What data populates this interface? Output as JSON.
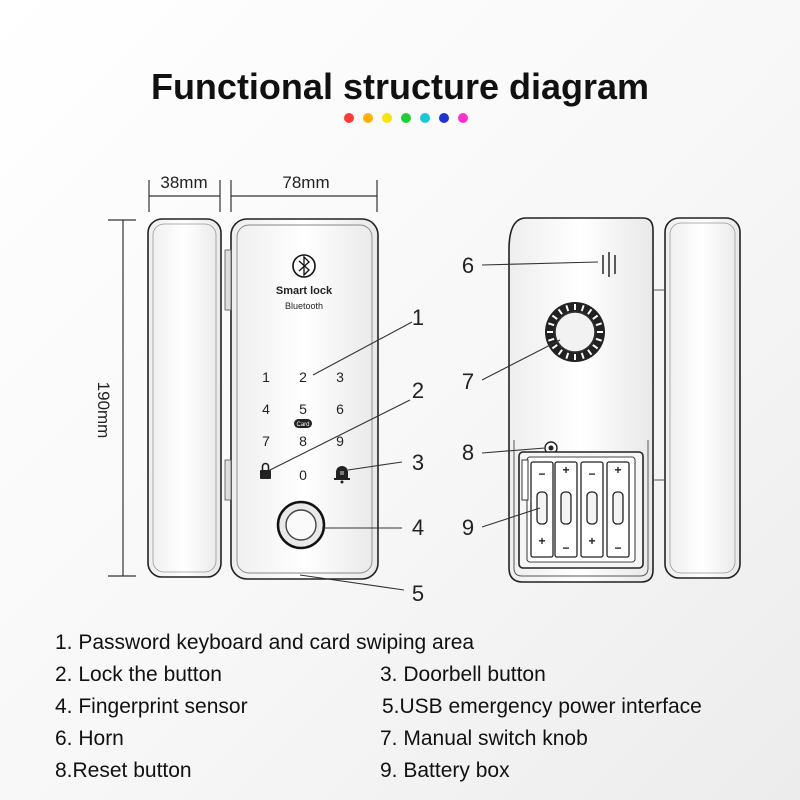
{
  "title": "Functional structure diagram",
  "dot_colors": [
    "#ff3b3b",
    "#ffb000",
    "#f3e600",
    "#22cc33",
    "#18c8d8",
    "#2233cc",
    "#ff33cc"
  ],
  "dimensions": {
    "side_width": "38mm",
    "front_width": "78mm",
    "height": "190mm"
  },
  "front_panel": {
    "brand": "Smart lock",
    "subtitle": "Bluetooth",
    "keys": [
      "1",
      "2",
      "3",
      "4",
      "5",
      "6",
      "7",
      "8",
      "9",
      "0"
    ],
    "card_label": "Card"
  },
  "callouts": [
    "1",
    "2",
    "3",
    "4",
    "5",
    "6",
    "7",
    "8",
    "9"
  ],
  "battery_signs": {
    "plus": "+",
    "minus": "−"
  },
  "legend": [
    "1. Password keyboard and card swiping area",
    "2. Lock the button",
    "3. Doorbell button",
    "4. Fingerprint sensor",
    "5.USB emergency power interface",
    "6. Horn",
    "7. Manual switch knob",
    "8.Reset button",
    "9. Battery box"
  ]
}
